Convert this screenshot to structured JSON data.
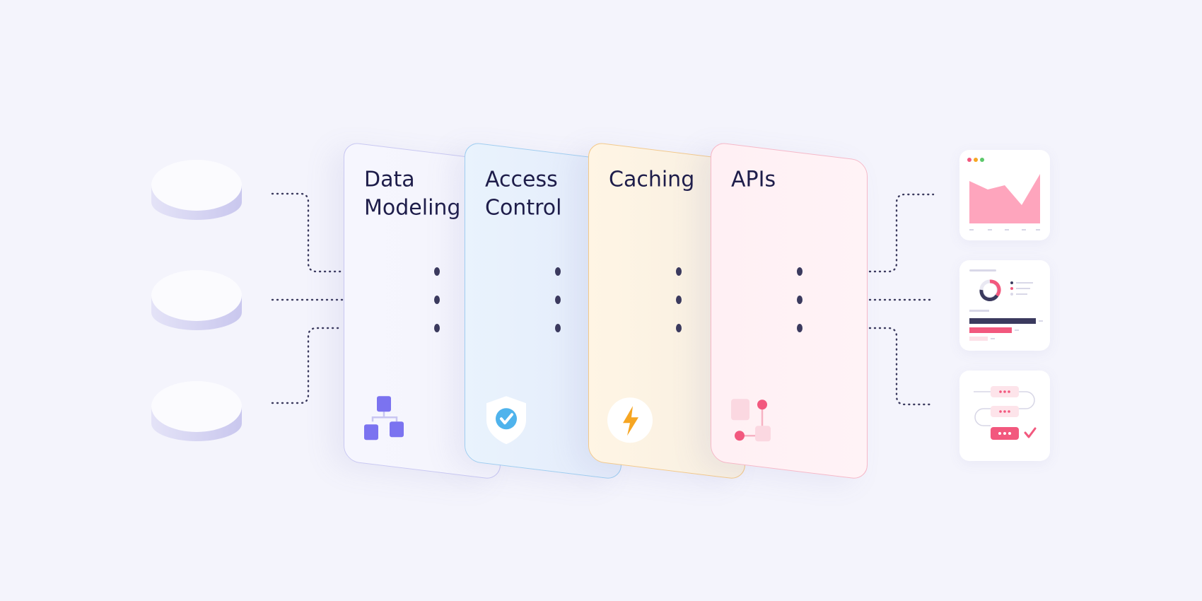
{
  "sources": [
    "database-1",
    "database-2",
    "database-3"
  ],
  "layers": [
    {
      "title": "Data\nModeling",
      "icon": "hierarchy-icon",
      "accent": "#7b73f0"
    },
    {
      "title": "Access\nControl",
      "icon": "shield-check-icon",
      "accent": "#4fb3ec"
    },
    {
      "title": "Caching",
      "icon": "lightning-icon",
      "accent": "#f6a623"
    },
    {
      "title": "APIs",
      "icon": "api-nodes-icon",
      "accent": "#f2587e"
    }
  ],
  "outputs": [
    {
      "icon": "area-chart-icon"
    },
    {
      "icon": "dashboard-report-icon"
    },
    {
      "icon": "workflow-icon"
    }
  ],
  "colors": {
    "background": "#f4f4fc",
    "text": "#1e1d4a",
    "connector": "#3b3a5e",
    "pink": "#f2587e"
  }
}
